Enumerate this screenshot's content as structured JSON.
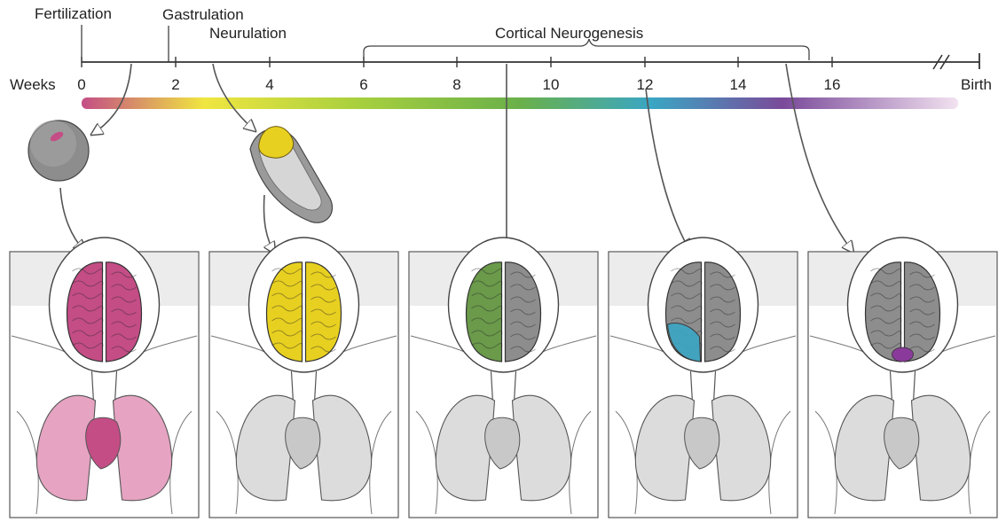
{
  "events": {
    "fertilization": "Fertilization",
    "gastrulation": "Gastrulation",
    "neurulation": "Neurulation",
    "cortical_neurogenesis": "Cortical Neurogenesis"
  },
  "axis": {
    "weeks_label": "Weeks",
    "birth_label": "Birth",
    "ticks": [
      "0",
      "2",
      "4",
      "6",
      "8",
      "10",
      "12",
      "14",
      "16"
    ]
  },
  "colors": {
    "fertilization": "#c44d86",
    "neurulation": "#e8d020",
    "week9": "#6a9a4a",
    "week12": "#3aa6c4",
    "week15": "#8a3a9a",
    "lung_pink": "#e6a3c2",
    "lung_gray": "#dcdcdc",
    "brain_gray": "#8d8d8d",
    "gradient": [
      "#c44d86",
      "#f0e640",
      "#a6cf3e",
      "#6ab04a",
      "#3aa6c4",
      "#7a4a9a",
      "#f2e2f0"
    ]
  },
  "panels": [
    {
      "week": "1",
      "highlight": "whole-brain",
      "color": "#c44d86"
    },
    {
      "week": "3",
      "highlight": "whole-brain",
      "color": "#e8d020"
    },
    {
      "week": "9",
      "highlight": "left-hemisphere",
      "color": "#6a9a4a"
    },
    {
      "week": "12",
      "highlight": "left-posterior-patch",
      "color": "#3aa6c4"
    },
    {
      "week": "15",
      "highlight": "occipital-spot",
      "color": "#8a3a9a"
    }
  ]
}
